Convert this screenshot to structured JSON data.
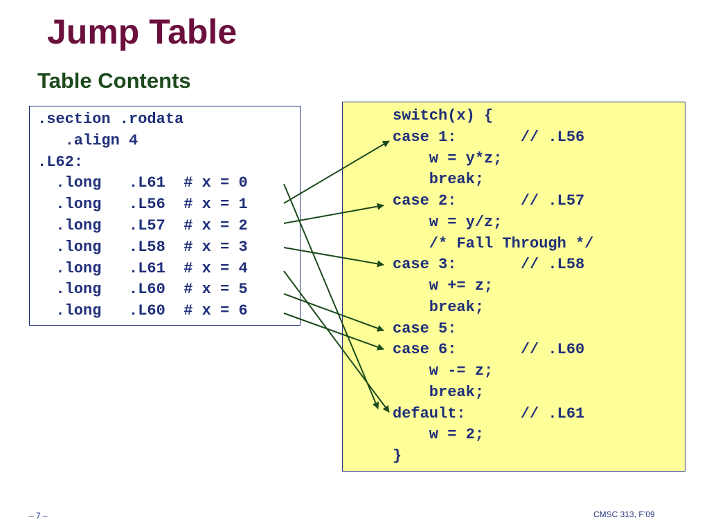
{
  "slide": {
    "title": "Jump Table",
    "subtitle": "Table Contents"
  },
  "table_code": {
    "lines": [
      ".section .rodata",
      "   .align 4",
      ".L62:",
      "  .long   .L61  # x = 0",
      "  .long   .L56  # x = 1",
      "  .long   .L57  # x = 2",
      "  .long   .L58  # x = 3",
      "  .long   .L61  # x = 4",
      "  .long   .L60  # x = 5",
      "  .long   .L60  # x = 6"
    ]
  },
  "switch_code": {
    "lines": [
      "switch(x) {",
      "case 1:       // .L56",
      "    w = y*z;",
      "    break;",
      "case 2:       // .L57",
      "    w = y/z;",
      "    /* Fall Through */",
      "case 3:       // .L58",
      "    w += z;",
      "    break;",
      "case 5:",
      "case 6:       // .L60",
      "    w -= z;",
      "    break;",
      "default:      // .L61",
      "    w = 2;",
      "}"
    ]
  },
  "colors": {
    "title": "#6b0f3d",
    "subtitle": "#1d4a1d",
    "code_text": "#1f2f7a",
    "code_box_fill": "#ffff99",
    "arrow": "#1d4a1d"
  },
  "footer": {
    "page_number": "– 7 –",
    "course": "CMSC 313, F’09"
  }
}
